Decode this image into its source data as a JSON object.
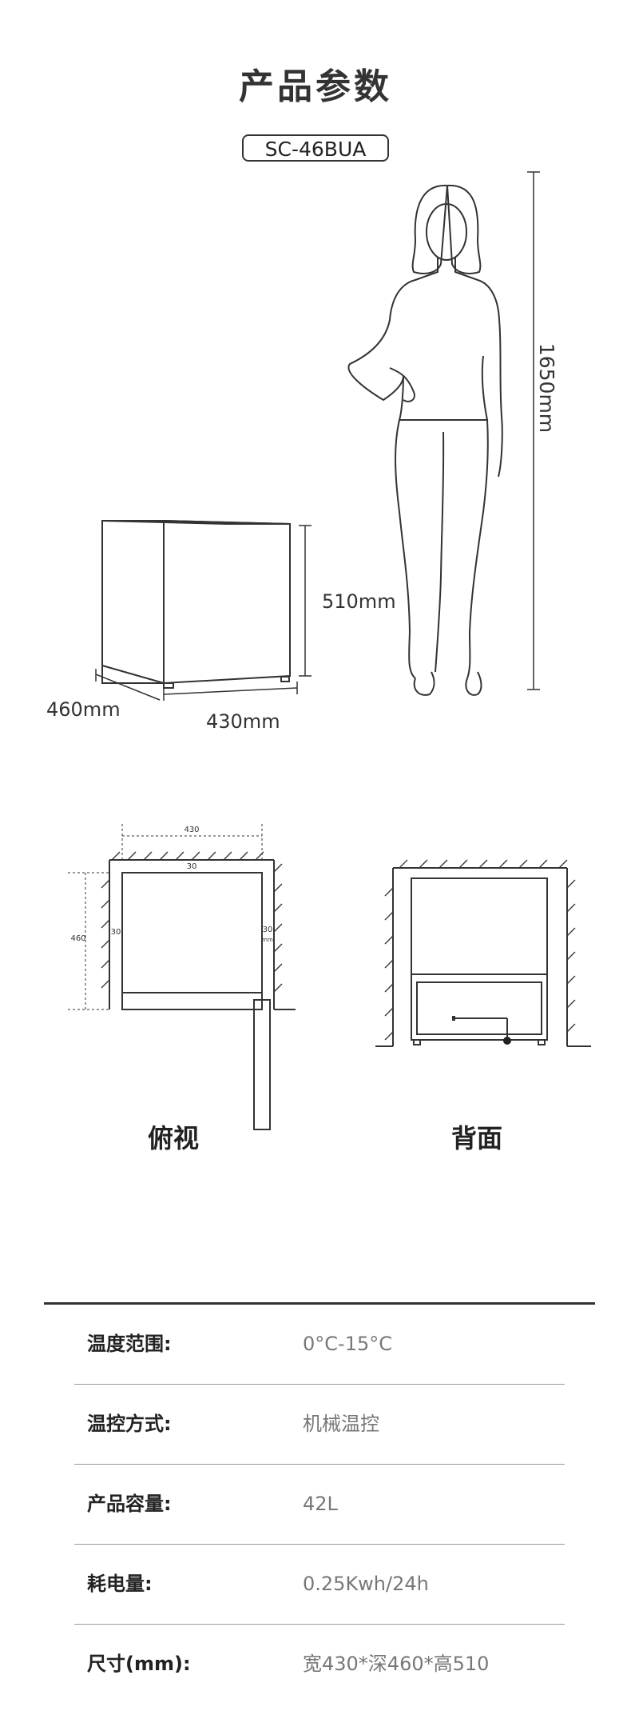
{
  "page": {
    "title": "产品参数",
    "model": "SC-46BUA"
  },
  "dimensions": {
    "person_height": "1650mm",
    "fridge_height": "510mm",
    "fridge_depth": "460mm",
    "fridge_width": "430mm"
  },
  "top_view": {
    "label": "俯视",
    "width_label": "430",
    "top_gap_label": "30",
    "depth_label": "460",
    "left_gap_label": "30",
    "right_gap_label": "30",
    "unit": "mm"
  },
  "back_view": {
    "label": "背面"
  },
  "specs": [
    {
      "label": "温度范围:",
      "value": "0°C-15°C"
    },
    {
      "label": "温控方式:",
      "value": "机械温控"
    },
    {
      "label": "产品容量:",
      "value": "42L"
    },
    {
      "label": "耗电量:",
      "value": "0.25Kwh/24h"
    },
    {
      "label": "尺寸(mm):",
      "value": "宽430*深460*高510"
    }
  ]
}
